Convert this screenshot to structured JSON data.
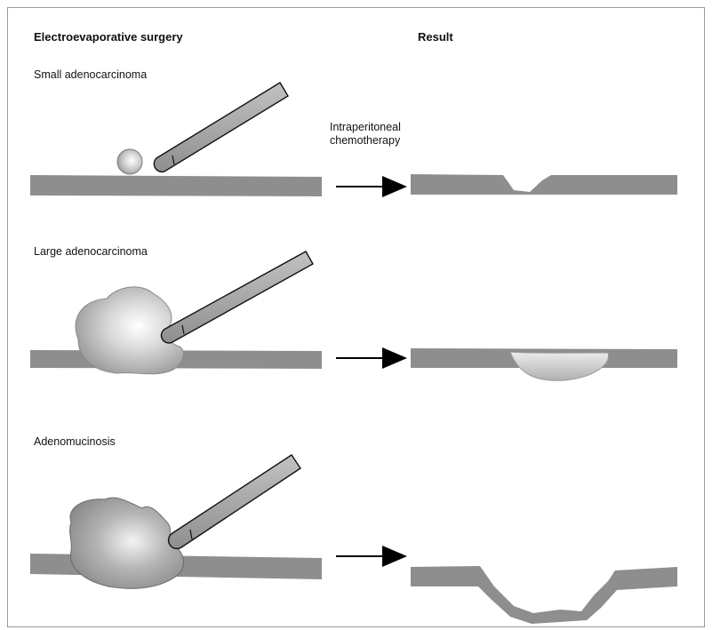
{
  "headers": {
    "left": "Electroevaporative surgery",
    "right": "Result"
  },
  "arrow_label": "Intraperitoneal chemotherapy",
  "rows": [
    {
      "label": "Small adenocarcinoma"
    },
    {
      "label": "Large adenocarcinoma"
    },
    {
      "label": "Adenomucinosis"
    }
  ],
  "colors": {
    "tissue": "#8e8e8e",
    "tumor_light": "#f2f2f2",
    "tumor_mid": "#c8c8c8",
    "tumor_dark": "#9c9c9c",
    "instrument": "#a6a6a6",
    "arrow": "#000000"
  }
}
